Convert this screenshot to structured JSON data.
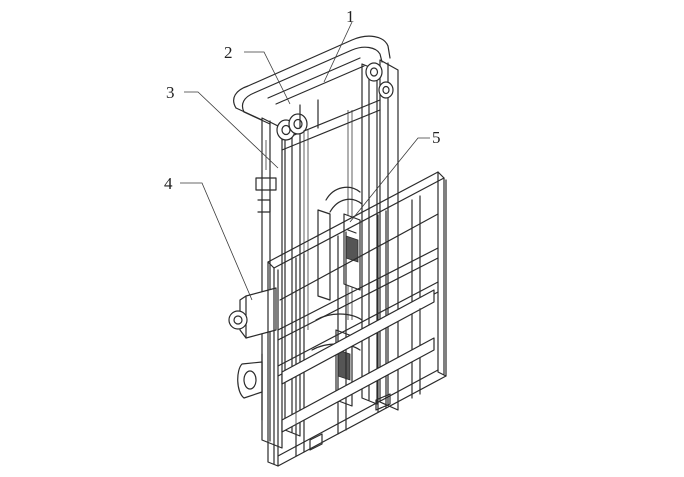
{
  "diagram": {
    "callouts": [
      {
        "id": "c1",
        "text": "1"
      },
      {
        "id": "c2",
        "text": "2"
      },
      {
        "id": "c3",
        "text": "3"
      },
      {
        "id": "c4",
        "text": "4"
      },
      {
        "id": "c5",
        "text": "5"
      }
    ]
  }
}
